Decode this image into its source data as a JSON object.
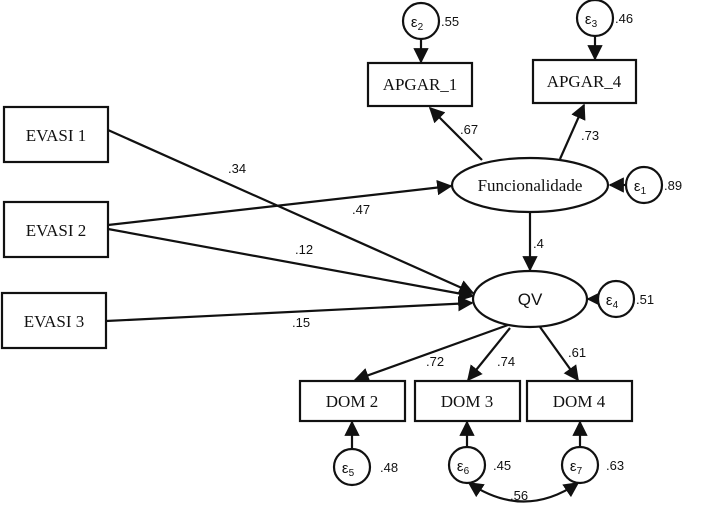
{
  "diagram": {
    "type": "structural-equation-model",
    "observed": {
      "evasi1": "EVASI 1",
      "evasi2": "EVASI 2",
      "evasi3": "EVASI 3",
      "apgar1": "APGAR_1",
      "apgar4": "APGAR_4",
      "dom2": "DOM 2",
      "dom3": "DOM 3",
      "dom4": "DOM 4"
    },
    "latent": {
      "funcionalidade": "Funcionalidade",
      "qv": "QV"
    },
    "errors": {
      "e1": {
        "symbol": "ε",
        "index": "1",
        "value": ".89"
      },
      "e2": {
        "symbol": "ε",
        "index": "2",
        "value": ".55"
      },
      "e3": {
        "symbol": "ε",
        "index": "3",
        "value": ".46"
      },
      "e4": {
        "symbol": "ε",
        "index": "4",
        "value": ".51"
      },
      "e5": {
        "symbol": "ε",
        "index": "5",
        "value": ".48"
      },
      "e6": {
        "symbol": "ε",
        "index": "6",
        "value": ".45"
      },
      "e7": {
        "symbol": "ε",
        "index": "7",
        "value": ".63"
      }
    },
    "paths": {
      "evasi1_qv": ".34",
      "evasi2_func": ".47",
      "evasi2_qv": ".12",
      "evasi3_qv": ".15",
      "func_apgar1": ".67",
      "func_apgar4": ".73",
      "func_qv": ".4",
      "qv_dom2": ".72",
      "qv_dom3": ".74",
      "qv_dom4": ".61",
      "e6_e7_cov": ".56"
    }
  }
}
